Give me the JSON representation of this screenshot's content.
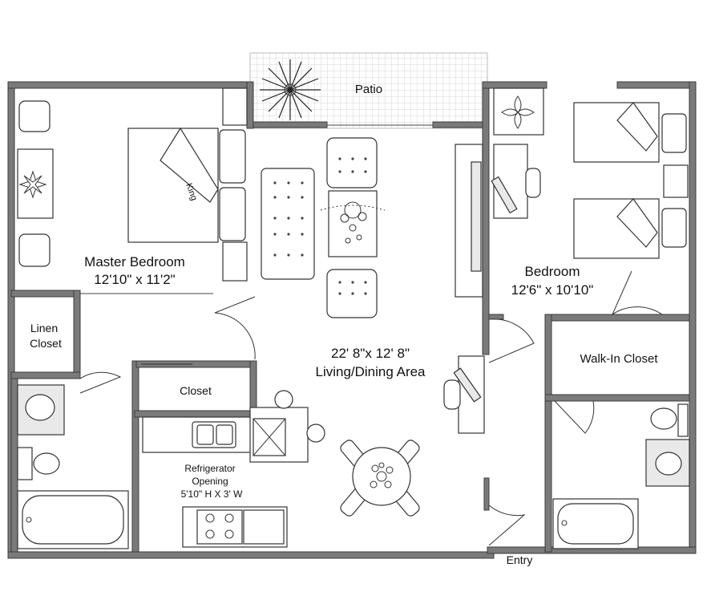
{
  "rooms": {
    "patio": "Patio",
    "master": {
      "name": "Master Bedroom",
      "size": "12'10\" x 11'2\""
    },
    "bed_label": "King",
    "linen": {
      "line1": "Linen",
      "line2": "Closet"
    },
    "closet": "Closet",
    "living": {
      "size": "22' 8\"x 12' 8\"",
      "name": "Living/Dining Area"
    },
    "bedroom": {
      "name": "Bedroom",
      "size": "12'6\" x 10'10\""
    },
    "walkin": "Walk-In Closet",
    "fridge": {
      "line1": "Refrigerator",
      "line2": "Opening",
      "line3": "5'10\" H X 3' W"
    },
    "entry": "Entry"
  },
  "colors": {
    "wall": "#7a7a7a",
    "patio_grid": "#d4d4d4"
  }
}
